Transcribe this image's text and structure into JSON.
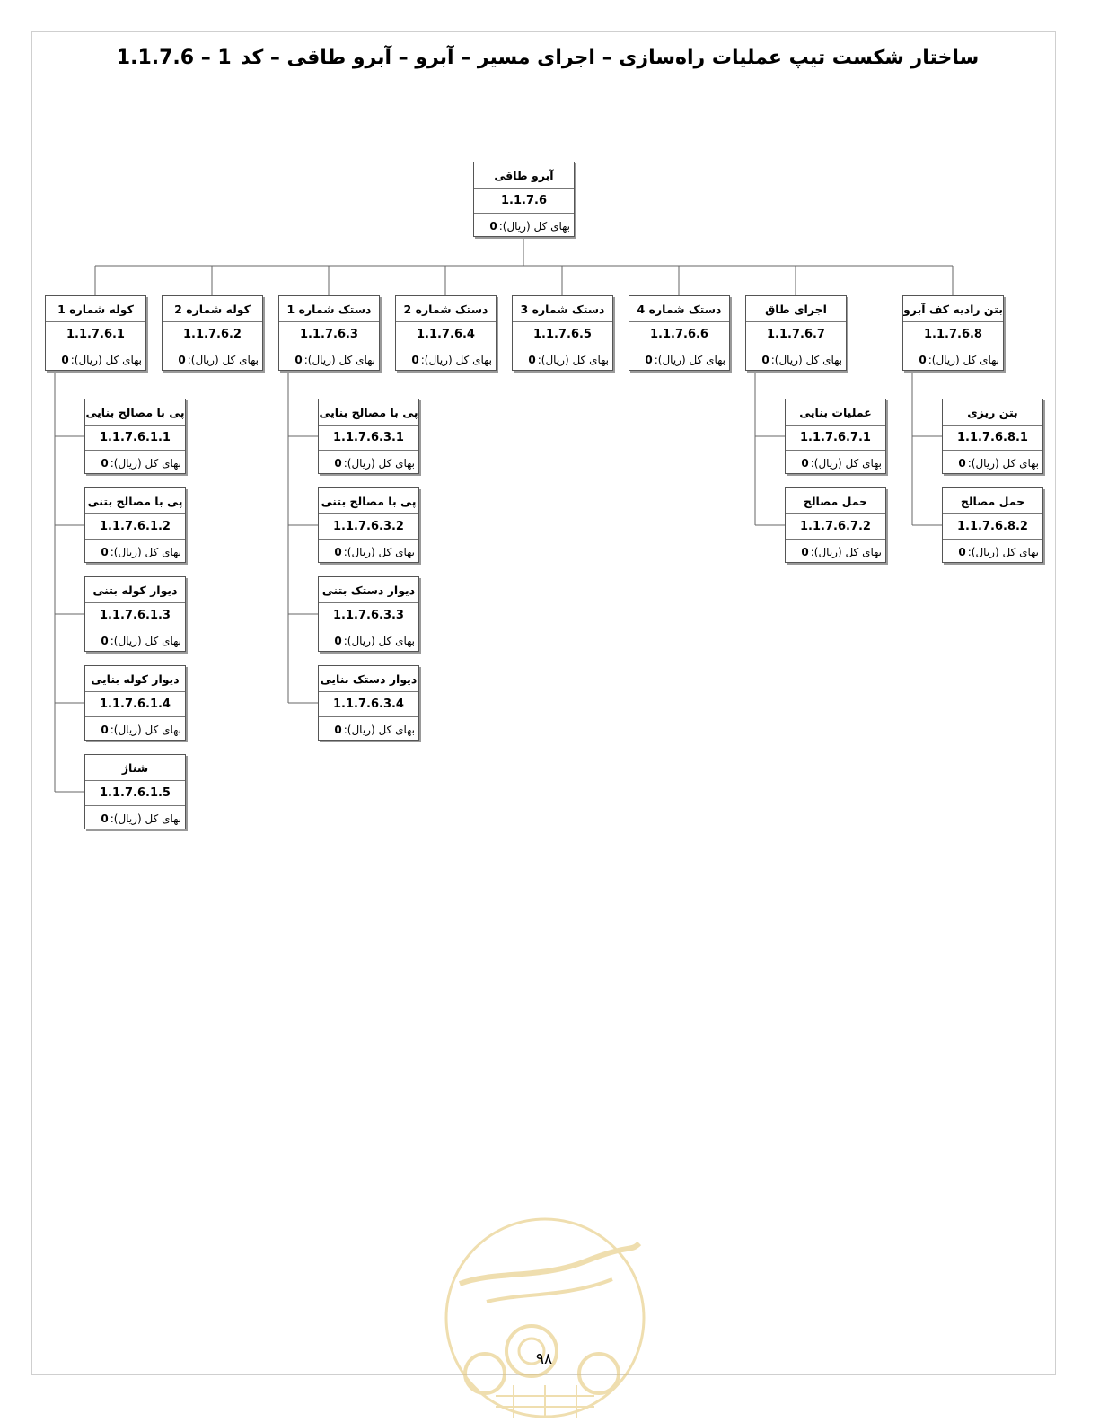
{
  "page": {
    "title_text": "ساختار شکست تیپ عملیات راه‌سازی – اجرای مسیر – آبرو – آبرو طاقی – کد",
    "title_code": "1.1.7.6 – 1",
    "page_number": "۹۸"
  },
  "cost_label": "بهای کل (ریال):",
  "root": {
    "name": "آبرو طاقی",
    "code": "1.1.7.6",
    "cost": "0"
  },
  "level2": [
    {
      "name": "کوله شماره 1",
      "code": "1.1.7.6.1",
      "cost": "0"
    },
    {
      "name": "کوله شماره 2",
      "code": "1.1.7.6.2",
      "cost": "0"
    },
    {
      "name": "دستک شماره 1",
      "code": "1.1.7.6.3",
      "cost": "0"
    },
    {
      "name": "دستک شماره 2",
      "code": "1.1.7.6.4",
      "cost": "0"
    },
    {
      "name": "دستک شماره 3",
      "code": "1.1.7.6.5",
      "cost": "0"
    },
    {
      "name": "دستک شماره 4",
      "code": "1.1.7.6.6",
      "cost": "0"
    },
    {
      "name": "اجرای طاق",
      "code": "1.1.7.6.7",
      "cost": "0"
    },
    {
      "name": "بتن رادیه کف آبرو",
      "code": "1.1.7.6.8",
      "cost": "0"
    }
  ],
  "children_1": [
    {
      "name": "پی با مصالح بنایی",
      "code": "1.1.7.6.1.1",
      "cost": "0"
    },
    {
      "name": "پی با مصالح بتنی",
      "code": "1.1.7.6.1.2",
      "cost": "0"
    },
    {
      "name": "دیوار کوله بتنی",
      "code": "1.1.7.6.1.3",
      "cost": "0"
    },
    {
      "name": "دیوار کوله بنایی",
      "code": "1.1.7.6.1.4",
      "cost": "0"
    },
    {
      "name": "شناژ",
      "code": "1.1.7.6.1.5",
      "cost": "0"
    }
  ],
  "children_3": [
    {
      "name": "پی با مصالح بنایی",
      "code": "1.1.7.6.3.1",
      "cost": "0"
    },
    {
      "name": "پی با مصالح بتنی",
      "code": "1.1.7.6.3.2",
      "cost": "0"
    },
    {
      "name": "دیوار دستک بتنی",
      "code": "1.1.7.6.3.3",
      "cost": "0"
    },
    {
      "name": "دیوار دستک بنایی",
      "code": "1.1.7.6.3.4",
      "cost": "0"
    }
  ],
  "children_7": [
    {
      "name": "عملیات بنایی",
      "code": "1.1.7.6.7.1",
      "cost": "0"
    },
    {
      "name": "حمل مصالح",
      "code": "1.1.7.6.7.2",
      "cost": "0"
    }
  ],
  "children_8": [
    {
      "name": "بتن ریزی",
      "code": "1.1.7.6.8.1",
      "cost": "0"
    },
    {
      "name": "حمل مصالح",
      "code": "1.1.7.6.8.2",
      "cost": "0"
    }
  ],
  "colors": {
    "border": "#555555",
    "shadow": "#9a9a9a",
    "watermark": "#e3c46e"
  }
}
